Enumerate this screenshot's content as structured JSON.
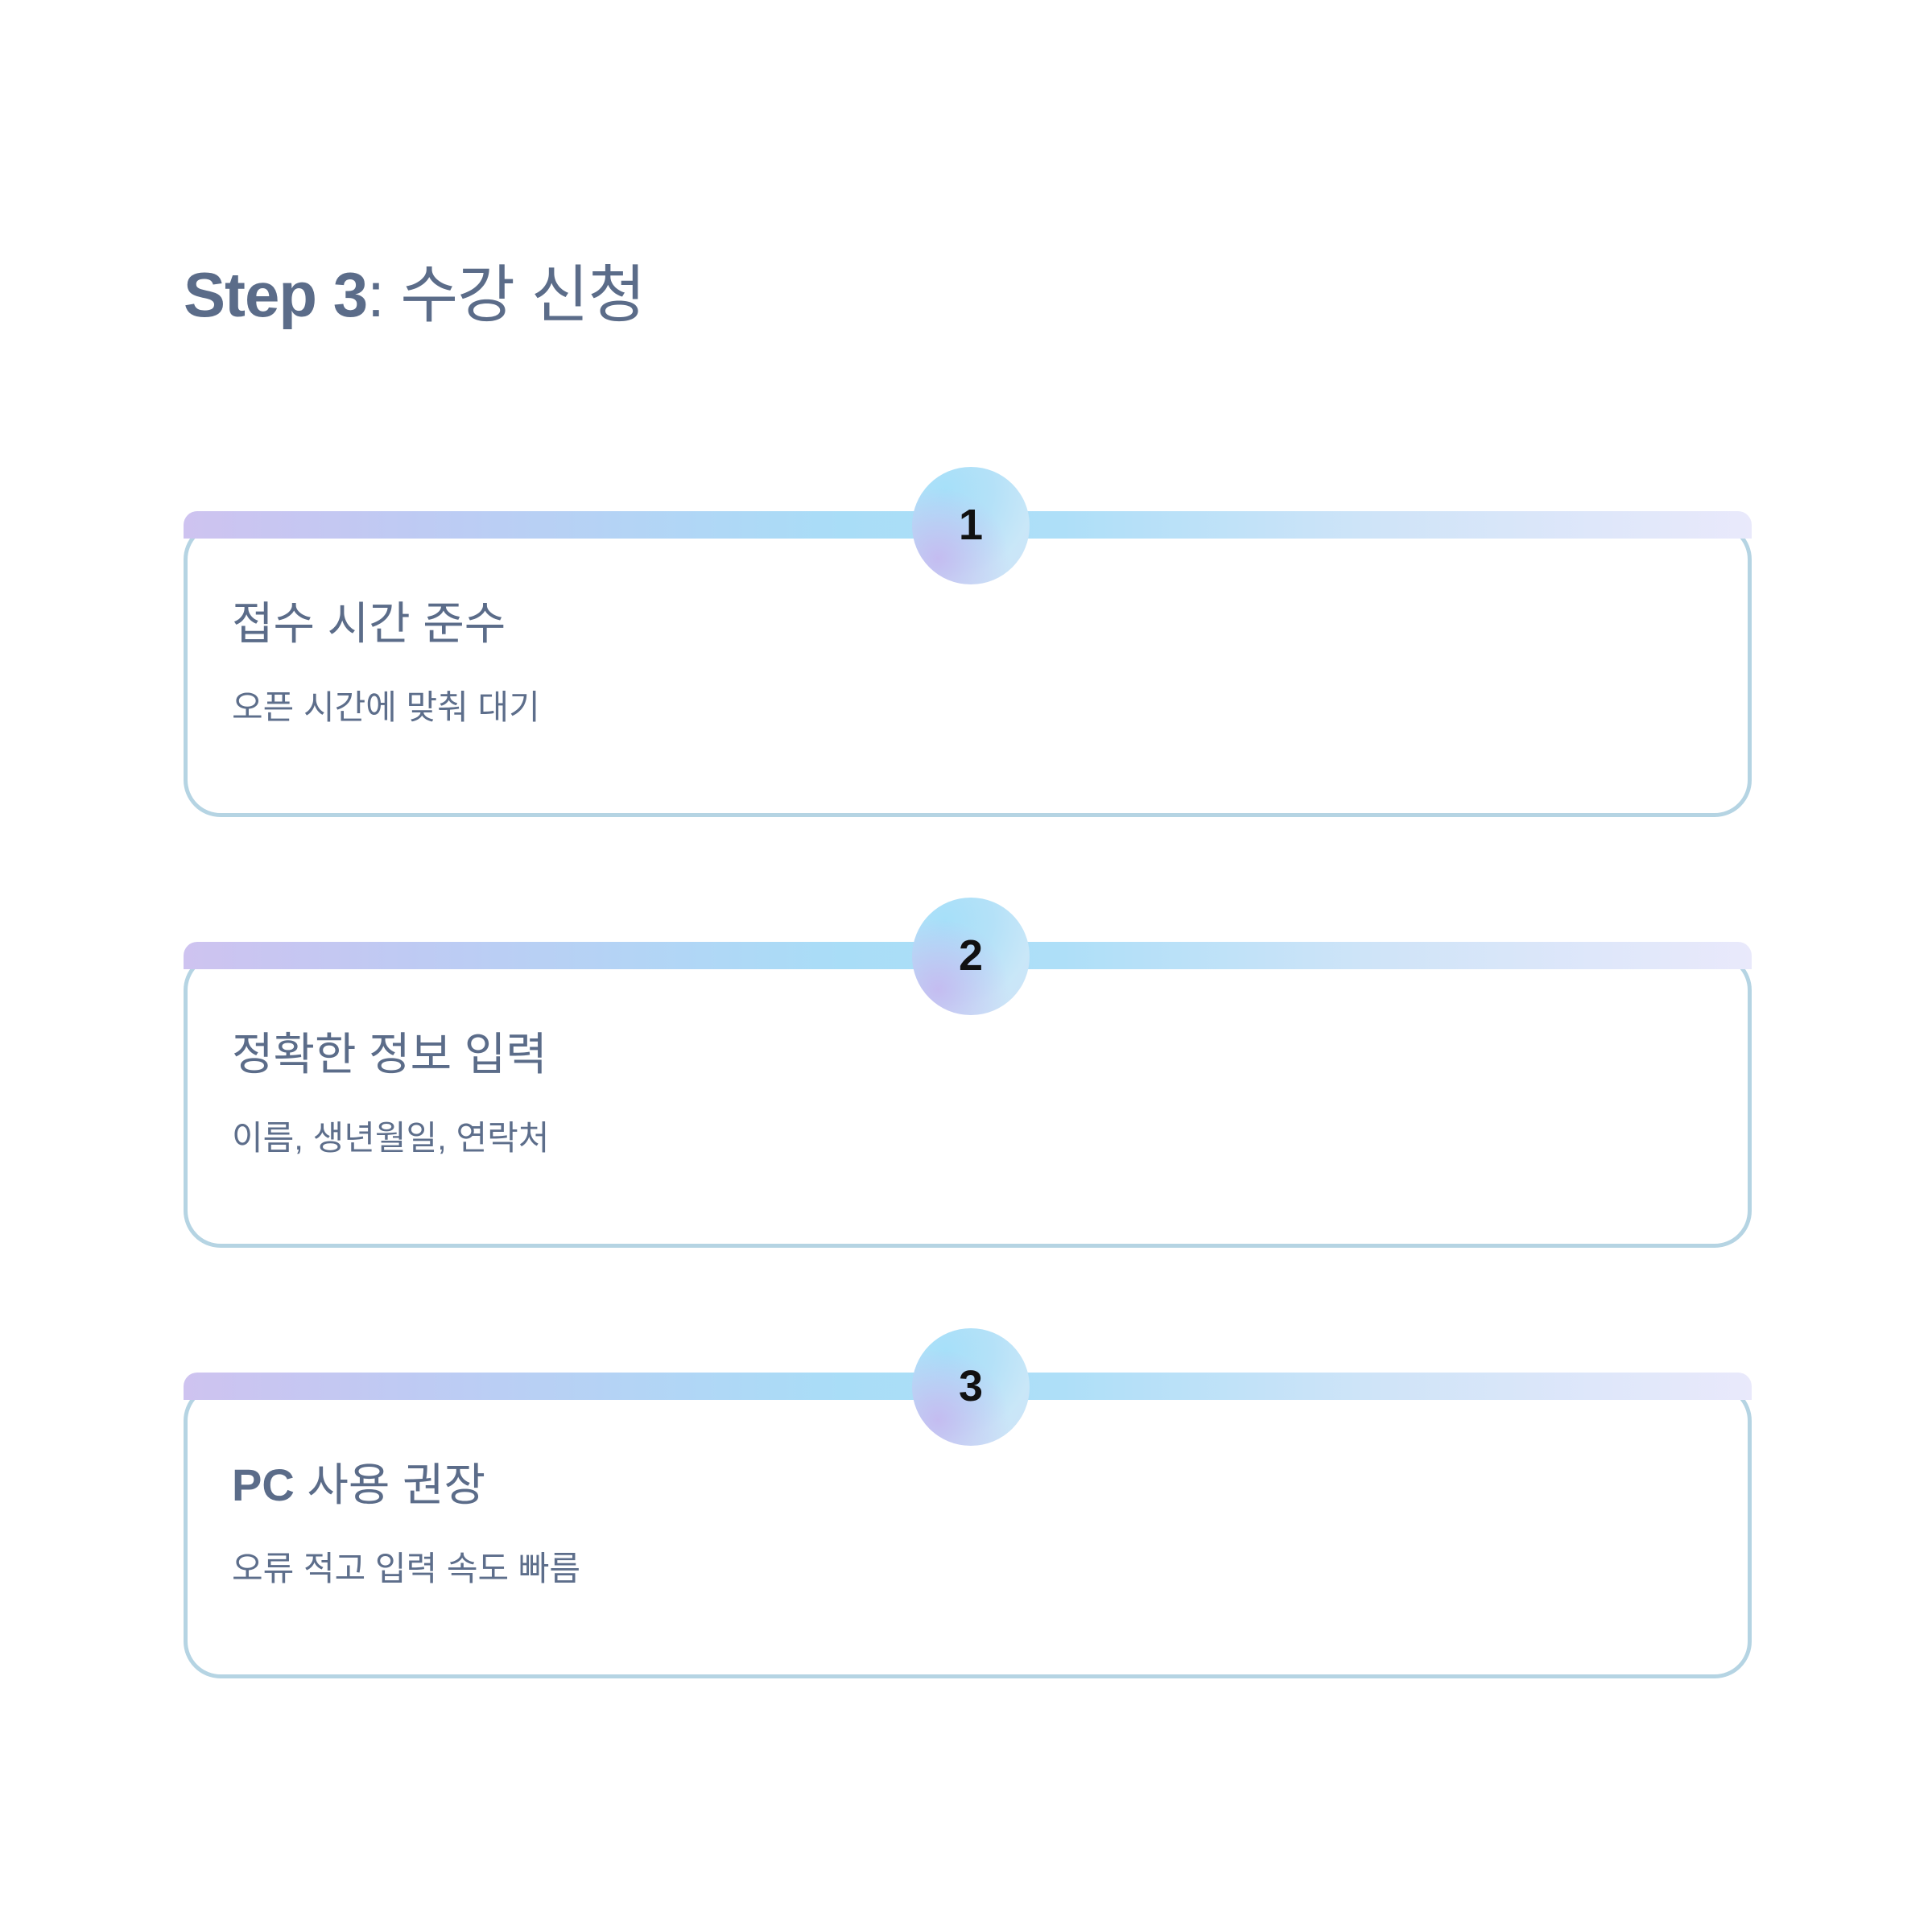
{
  "page": {
    "background_color": "#ffffff",
    "accent_lavender": "#cec3f0",
    "accent_blue": "#a9ddf7",
    "border_color": "#b5d4e3",
    "text_color": "#5b6c89"
  },
  "header": {
    "title_strong": "Step 3",
    "title_rest": ": 수강 신청"
  },
  "steps": [
    {
      "number": "1",
      "heading_strong": "",
      "heading": "접수 시간 준수",
      "subtitle": "오픈 시간에 맞춰 대기"
    },
    {
      "number": "2",
      "heading_strong": "",
      "heading": "정확한 정보 입력",
      "subtitle": "이름, 생년월일, 연락처"
    },
    {
      "number": "3",
      "heading_strong": "PC",
      "heading": " 사용 권장",
      "subtitle": "오류 적고 입력 속도 빠름"
    }
  ]
}
